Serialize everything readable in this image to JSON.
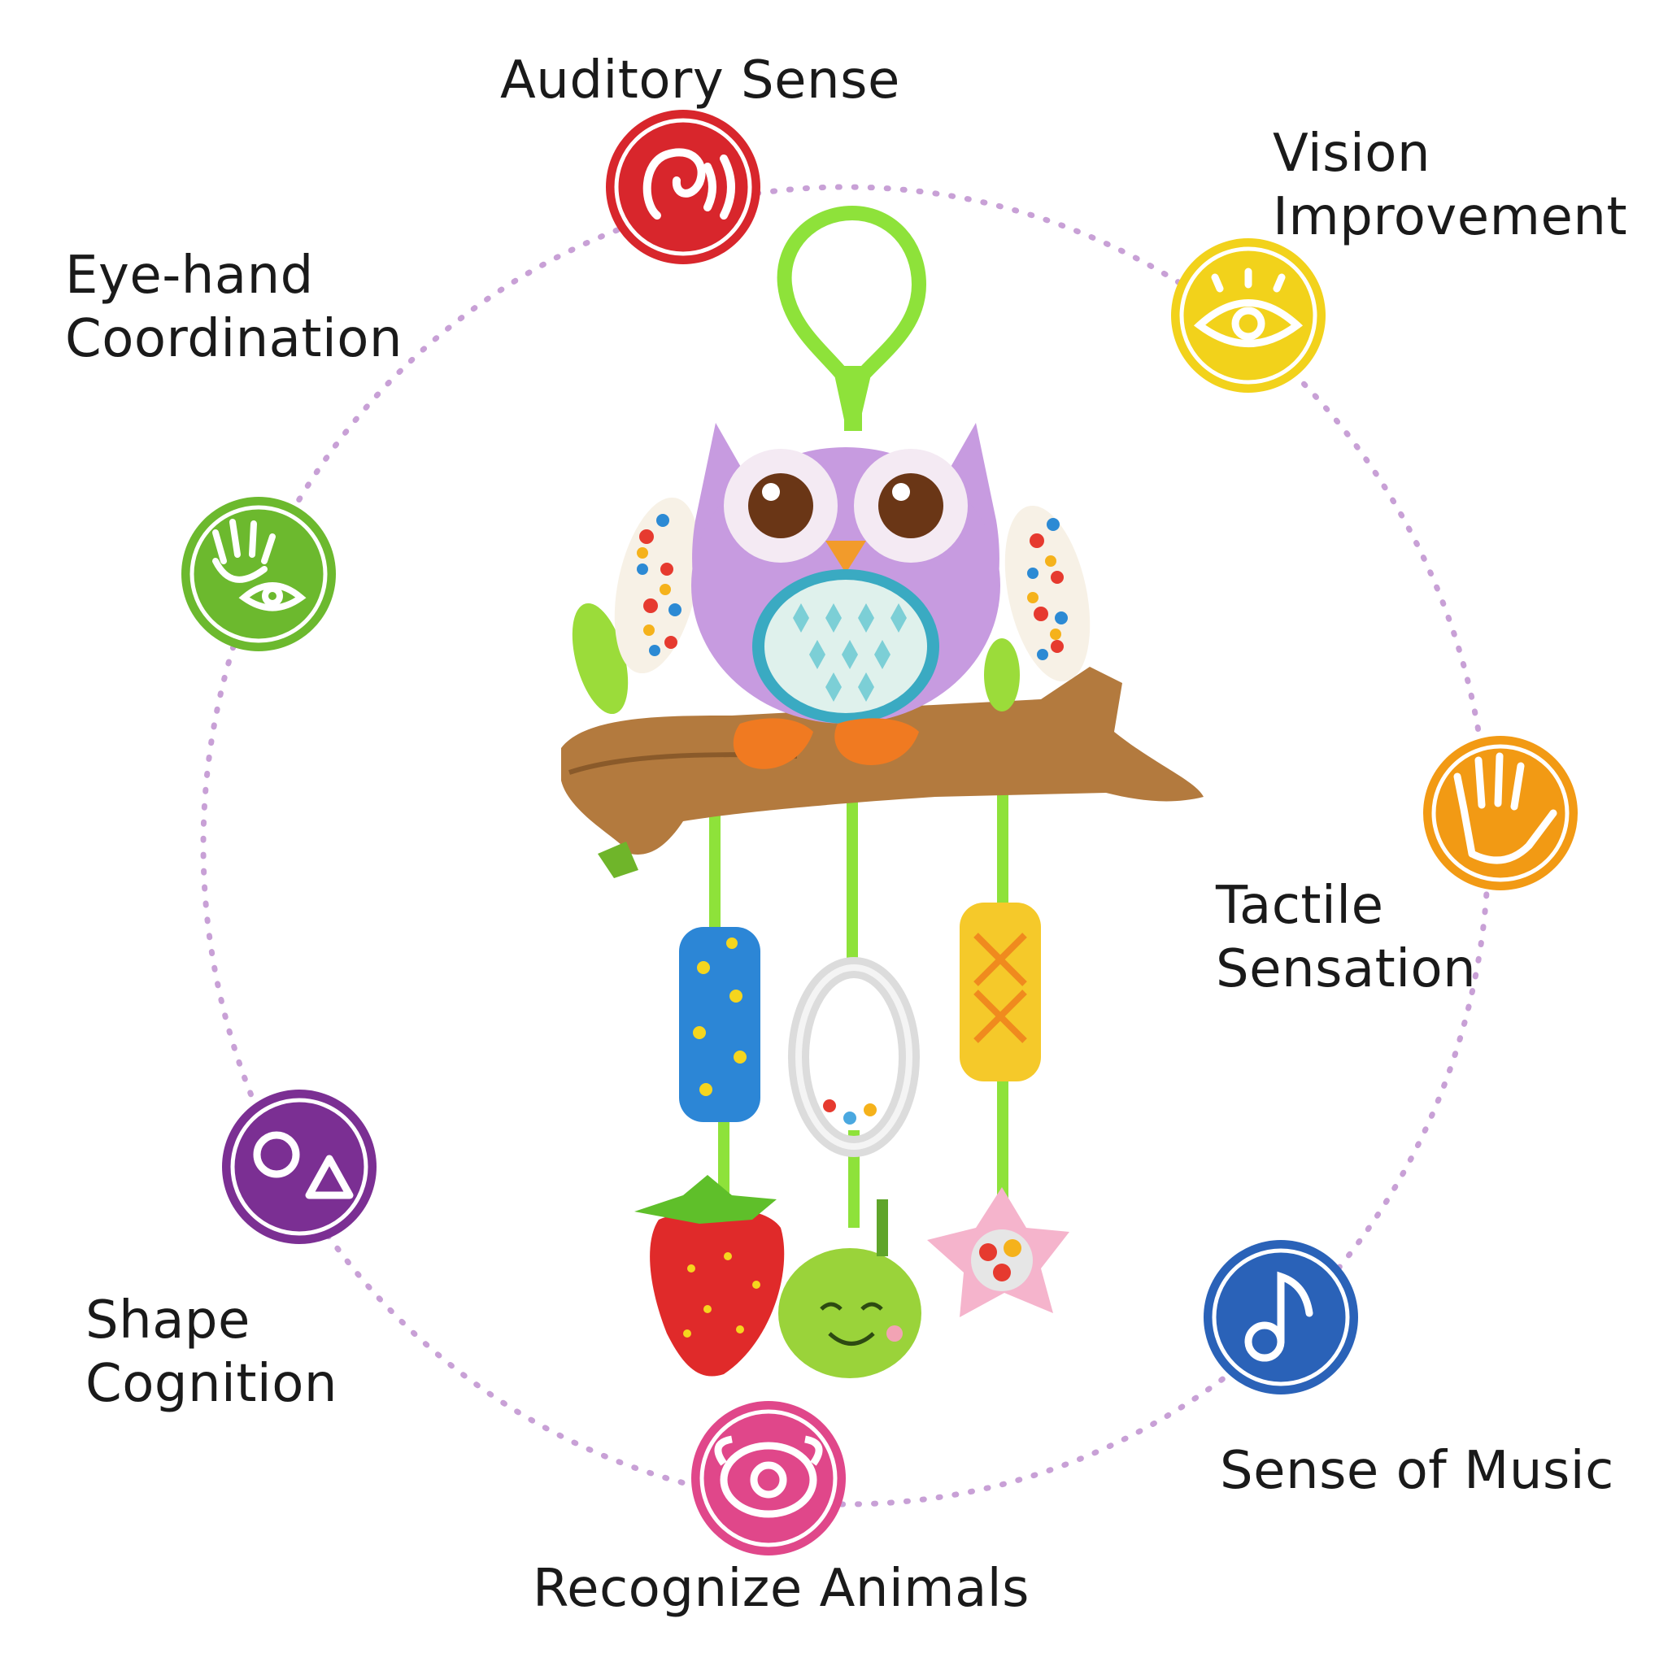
{
  "features": {
    "auditory": {
      "label": "Auditory Sense",
      "icon": "ear-sound-icon",
      "color": "#d8262c"
    },
    "vision": {
      "label_line1": "Vision",
      "label_line2": "Improvement",
      "icon": "eye-icon",
      "color": "#f2d21b"
    },
    "eye_hand": {
      "label_line1": "Eye-hand",
      "label_line2": "Coordination",
      "icon": "hand-eye-icon",
      "color": "#6cb92e"
    },
    "tactile": {
      "label_line1": "Tactile",
      "label_line2": "Sensation",
      "icon": "hand-icon",
      "color": "#f29a14"
    },
    "shape": {
      "label_line1": "Shape",
      "label_line2": "Cognition",
      "icon": "shapes-icon",
      "color": "#7b2f93"
    },
    "music": {
      "label": "Sense of Music",
      "icon": "music-note-icon",
      "color": "#2a62b8"
    },
    "animals": {
      "label": "Recognize Animals",
      "icon": "animal-face-icon",
      "color": "#e0478a"
    }
  }
}
